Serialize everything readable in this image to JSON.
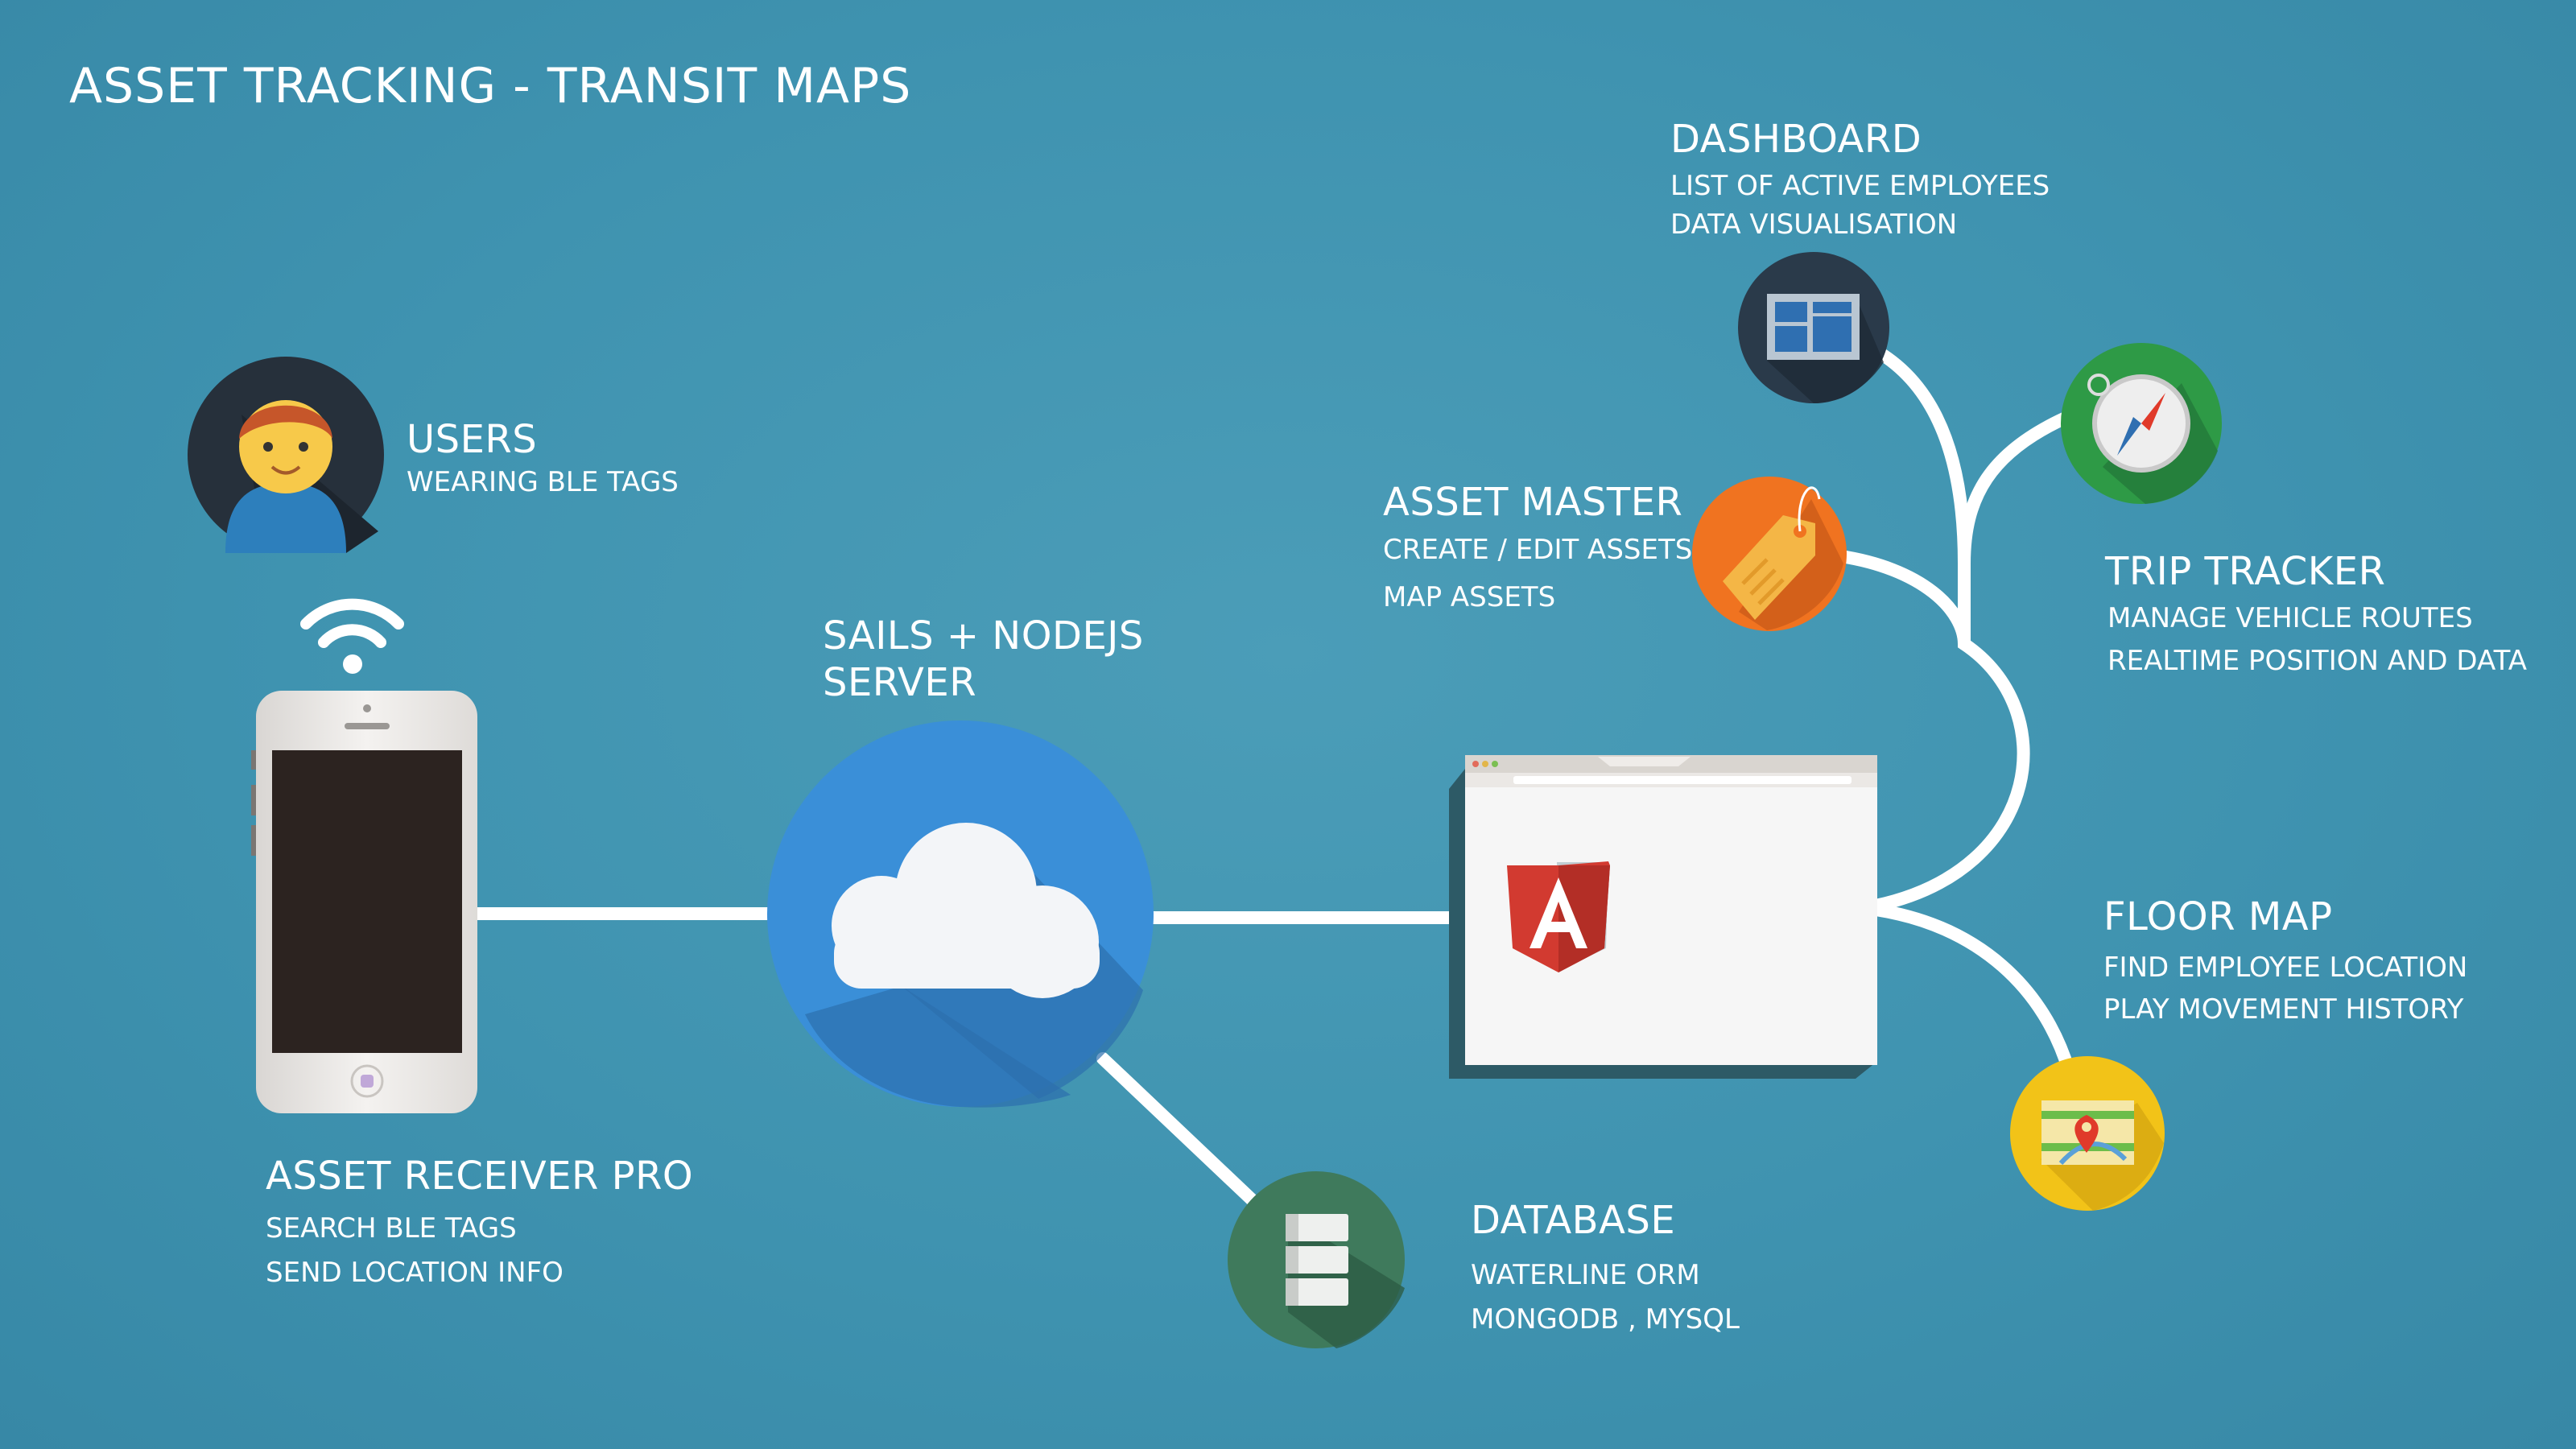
{
  "title": "Asset Tracking - Transit Maps",
  "nodes": {
    "users": {
      "heading": "Users",
      "lines": [
        "Wearing BLE tags"
      ]
    },
    "receiver": {
      "heading": "Asset Receiver Pro",
      "lines": [
        "Search BLE tags",
        "Send location info"
      ]
    },
    "server": {
      "heading_line1": "Sails + NodeJS",
      "heading_line2": "Server"
    },
    "database": {
      "heading": "Database",
      "lines": [
        "Waterline ORM",
        "MongoDB , MySQL"
      ]
    },
    "dashboard": {
      "heading": "Dashboard",
      "lines": [
        "List of active employees",
        "Data visualisation"
      ]
    },
    "asset_master": {
      "heading": "Asset Master",
      "lines": [
        "Create / Edit assets",
        "Map assets"
      ]
    },
    "trip_tracker": {
      "heading": "Trip Tracker",
      "lines": [
        "Manage vehicle routes",
        "Realtime position and data"
      ]
    },
    "floor_map": {
      "heading": "Floor Map",
      "lines": [
        "Find employee location",
        "Play movement history"
      ]
    }
  },
  "colors": {
    "background": "#4197b3",
    "line": "#ffffff",
    "cloud": "#3a8fd8",
    "database": "#3f7a5c",
    "dashboard": "#2a3a4a",
    "asset_master": "#f07320",
    "trip_tracker": "#2e9a46",
    "floor_map": "#f2c318",
    "angular": "#d23a30"
  },
  "icons": {
    "users": "user-avatar-icon",
    "signal": "wifi-icon",
    "receiver": "smartphone-icon",
    "server": "cloud-icon",
    "database": "database-icon",
    "web_app": "browser-window-icon",
    "framework": "angular-logo-icon",
    "dashboard": "dashboard-icon",
    "asset_master": "tag-icon",
    "trip_tracker": "compass-icon",
    "floor_map": "map-pin-icon"
  }
}
